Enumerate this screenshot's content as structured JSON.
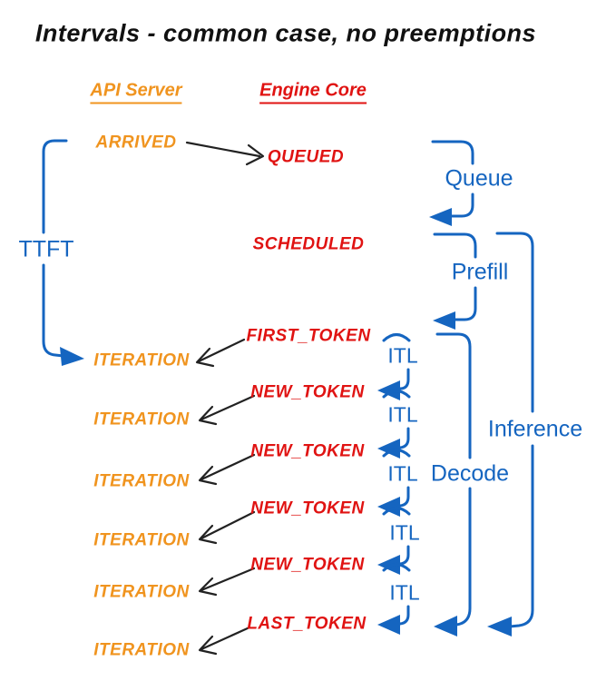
{
  "title": "Intervals - common case, no preemptions",
  "columns": {
    "api_server": "API Server",
    "engine_core": "Engine Core"
  },
  "events": {
    "arrived": "ARRIVED",
    "queued": "QUEUED",
    "scheduled": "SCHEDULED",
    "first_token": "FIRST_TOKEN",
    "new_token": "NEW_TOKEN",
    "last_token": "LAST_TOKEN",
    "iteration": "ITERATION"
  },
  "intervals": {
    "ttft": "TTFT",
    "queue": "Queue",
    "prefill": "Prefill",
    "itl": "ITL",
    "decode": "Decode",
    "inference": "Inference"
  },
  "colors": {
    "c_api": "#F0941F",
    "c_engine": "#E01312",
    "c_interval": "#1565C0",
    "c_arrow": "#222222",
    "c_title": "#111111",
    "c_bg": "#FFFFFF"
  }
}
